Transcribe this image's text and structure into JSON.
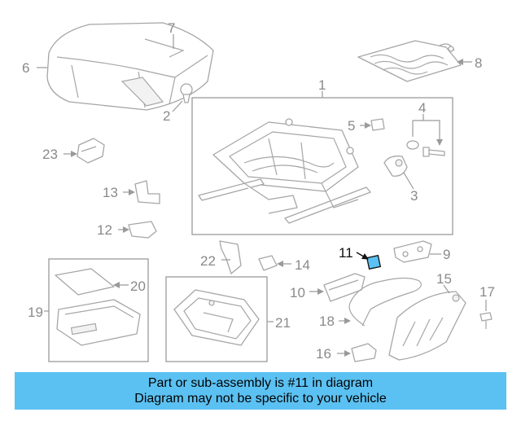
{
  "diagram": {
    "callouts": [
      "1",
      "2",
      "3",
      "4",
      "5",
      "6",
      "7",
      "8",
      "9",
      "10",
      "11",
      "12",
      "13",
      "14",
      "15",
      "16",
      "17",
      "18",
      "19",
      "20",
      "21",
      "22",
      "23"
    ],
    "highlight_callout": "11",
    "highlight_color": "#5bc1f2",
    "label_color": "#8a8a8a"
  },
  "banner": {
    "line1": "Part or sub-assembly is #11 in diagram",
    "line2": "Diagram may not be specific to your vehicle",
    "background": "#5bc1f2"
  }
}
